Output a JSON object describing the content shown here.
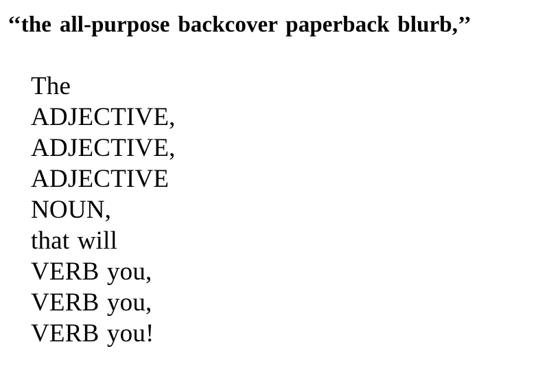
{
  "page": {
    "background_color": "#ffffff",
    "text_color": "#000000"
  },
  "title": {
    "text": "‘‘the all-purpose backcover paperback blurb,’’",
    "plain_text": "''the all-purpose backcover paperback blurb,''",
    "open_quote": "‘‘",
    "close_quote": "’’",
    "inner_text": "the all-purpose backcover paperback blurb,"
  },
  "blurb": {
    "lines": [
      {
        "text": "The"
      },
      {
        "text": "ADJECTIVE,"
      },
      {
        "text": "ADJECTIVE,"
      },
      {
        "text": "ADJECTIVE"
      },
      {
        "text": "NOUN,"
      },
      {
        "text": "that will"
      },
      {
        "text": "VERB you,"
      },
      {
        "text": "VERB you,"
      },
      {
        "text": "VERB you!"
      }
    ]
  }
}
